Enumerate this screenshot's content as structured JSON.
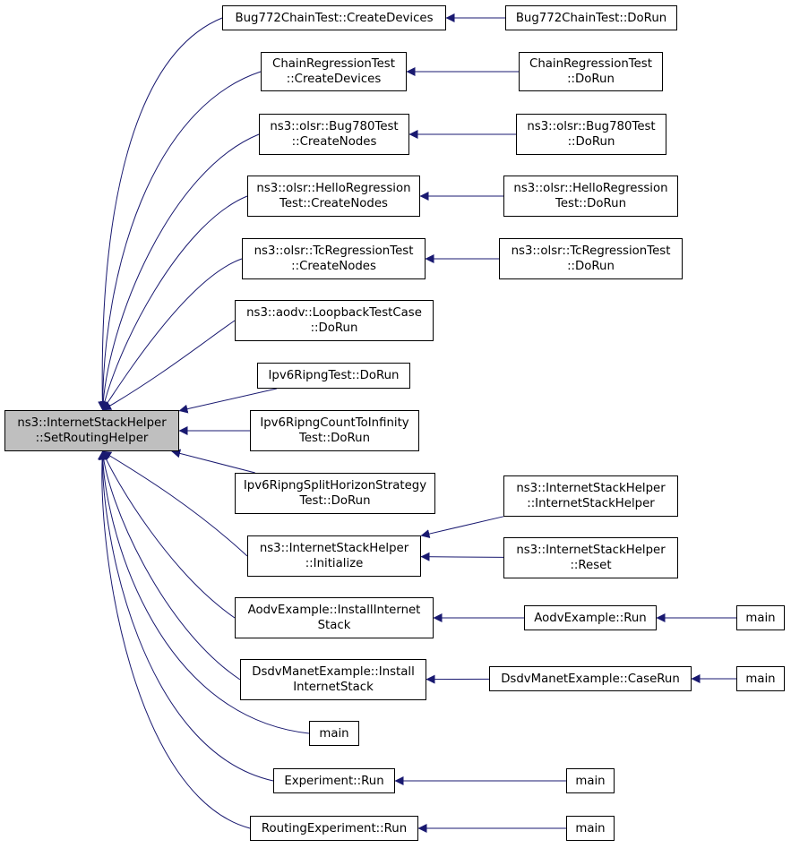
{
  "graph": {
    "nodes": [
      {
        "id": "root",
        "lines": [
          "ns3::InternetStackHelper",
          "::SetRoutingHelper"
        ],
        "highlight": true
      },
      {
        "id": "bug772-create",
        "lines": [
          "Bug772ChainTest::CreateDevices"
        ]
      },
      {
        "id": "bug772-dorun",
        "lines": [
          "Bug772ChainTest::DoRun"
        ]
      },
      {
        "id": "chain-create",
        "lines": [
          "ChainRegressionTest",
          "::CreateDevices"
        ]
      },
      {
        "id": "chain-dorun",
        "lines": [
          "ChainRegressionTest",
          "::DoRun"
        ]
      },
      {
        "id": "bug780-create",
        "lines": [
          "ns3::olsr::Bug780Test",
          "::CreateNodes"
        ]
      },
      {
        "id": "bug780-dorun",
        "lines": [
          "ns3::olsr::Bug780Test",
          "::DoRun"
        ]
      },
      {
        "id": "hello-create",
        "lines": [
          "ns3::olsr::HelloRegression",
          "Test::CreateNodes"
        ]
      },
      {
        "id": "hello-dorun",
        "lines": [
          "ns3::olsr::HelloRegression",
          "Test::DoRun"
        ]
      },
      {
        "id": "tc-create",
        "lines": [
          "ns3::olsr::TcRegressionTest",
          "::CreateNodes"
        ]
      },
      {
        "id": "tc-dorun",
        "lines": [
          "ns3::olsr::TcRegressionTest",
          "::DoRun"
        ]
      },
      {
        "id": "aodv-loopback",
        "lines": [
          "ns3::aodv::LoopbackTestCase",
          "::DoRun"
        ]
      },
      {
        "id": "ripng-test",
        "lines": [
          "Ipv6RipngTest::DoRun"
        ]
      },
      {
        "id": "ripng-count",
        "lines": [
          "Ipv6RipngCountToInfinity",
          "Test::DoRun"
        ]
      },
      {
        "id": "ripng-split",
        "lines": [
          "Ipv6RipngSplitHorizonStrategy",
          "Test::DoRun"
        ]
      },
      {
        "id": "ish-initialize",
        "lines": [
          "ns3::InternetStackHelper",
          "::Initialize"
        ]
      },
      {
        "id": "ish-ctor",
        "lines": [
          "ns3::InternetStackHelper",
          "::InternetStackHelper"
        ]
      },
      {
        "id": "ish-reset",
        "lines": [
          "ns3::InternetStackHelper",
          "::Reset"
        ]
      },
      {
        "id": "aodv-install",
        "lines": [
          "AodvExample::InstallInternet",
          "Stack"
        ]
      },
      {
        "id": "aodv-run",
        "lines": [
          "AodvExample::Run"
        ]
      },
      {
        "id": "main-aodv",
        "lines": [
          "main"
        ]
      },
      {
        "id": "dsdv-install",
        "lines": [
          "DsdvManetExample::Install",
          "InternetStack"
        ]
      },
      {
        "id": "dsdv-caserun",
        "lines": [
          "DsdvManetExample::CaseRun"
        ]
      },
      {
        "id": "main-dsdv",
        "lines": [
          "main"
        ]
      },
      {
        "id": "main-direct",
        "lines": [
          "main"
        ]
      },
      {
        "id": "exp-run",
        "lines": [
          "Experiment::Run"
        ]
      },
      {
        "id": "main-exp",
        "lines": [
          "main"
        ]
      },
      {
        "id": "routing-run",
        "lines": [
          "RoutingExperiment::Run"
        ]
      },
      {
        "id": "main-routing",
        "lines": [
          "main"
        ]
      }
    ],
    "edges": [
      {
        "from": "bug772-create",
        "to": "root"
      },
      {
        "from": "chain-create",
        "to": "root"
      },
      {
        "from": "bug780-create",
        "to": "root"
      },
      {
        "from": "hello-create",
        "to": "root"
      },
      {
        "from": "tc-create",
        "to": "root"
      },
      {
        "from": "aodv-loopback",
        "to": "root"
      },
      {
        "from": "ripng-test",
        "to": "root"
      },
      {
        "from": "ripng-count",
        "to": "root"
      },
      {
        "from": "ripng-split",
        "to": "root"
      },
      {
        "from": "ish-initialize",
        "to": "root"
      },
      {
        "from": "aodv-install",
        "to": "root"
      },
      {
        "from": "dsdv-install",
        "to": "root"
      },
      {
        "from": "main-direct",
        "to": "root"
      },
      {
        "from": "exp-run",
        "to": "root"
      },
      {
        "from": "routing-run",
        "to": "root"
      },
      {
        "from": "bug772-dorun",
        "to": "bug772-create"
      },
      {
        "from": "chain-dorun",
        "to": "chain-create"
      },
      {
        "from": "bug780-dorun",
        "to": "bug780-create"
      },
      {
        "from": "hello-dorun",
        "to": "hello-create"
      },
      {
        "from": "tc-dorun",
        "to": "tc-create"
      },
      {
        "from": "ish-ctor",
        "to": "ish-initialize"
      },
      {
        "from": "ish-reset",
        "to": "ish-initialize"
      },
      {
        "from": "aodv-run",
        "to": "aodv-install"
      },
      {
        "from": "main-aodv",
        "to": "aodv-run"
      },
      {
        "from": "dsdv-caserun",
        "to": "dsdv-install"
      },
      {
        "from": "main-dsdv",
        "to": "dsdv-caserun"
      },
      {
        "from": "main-exp",
        "to": "exp-run"
      },
      {
        "from": "main-routing",
        "to": "routing-run"
      }
    ],
    "colors": {
      "edge": "#191970",
      "border": "#000000",
      "highlight_fill": "#bfbfbf",
      "node_fill": "#ffffff"
    }
  }
}
